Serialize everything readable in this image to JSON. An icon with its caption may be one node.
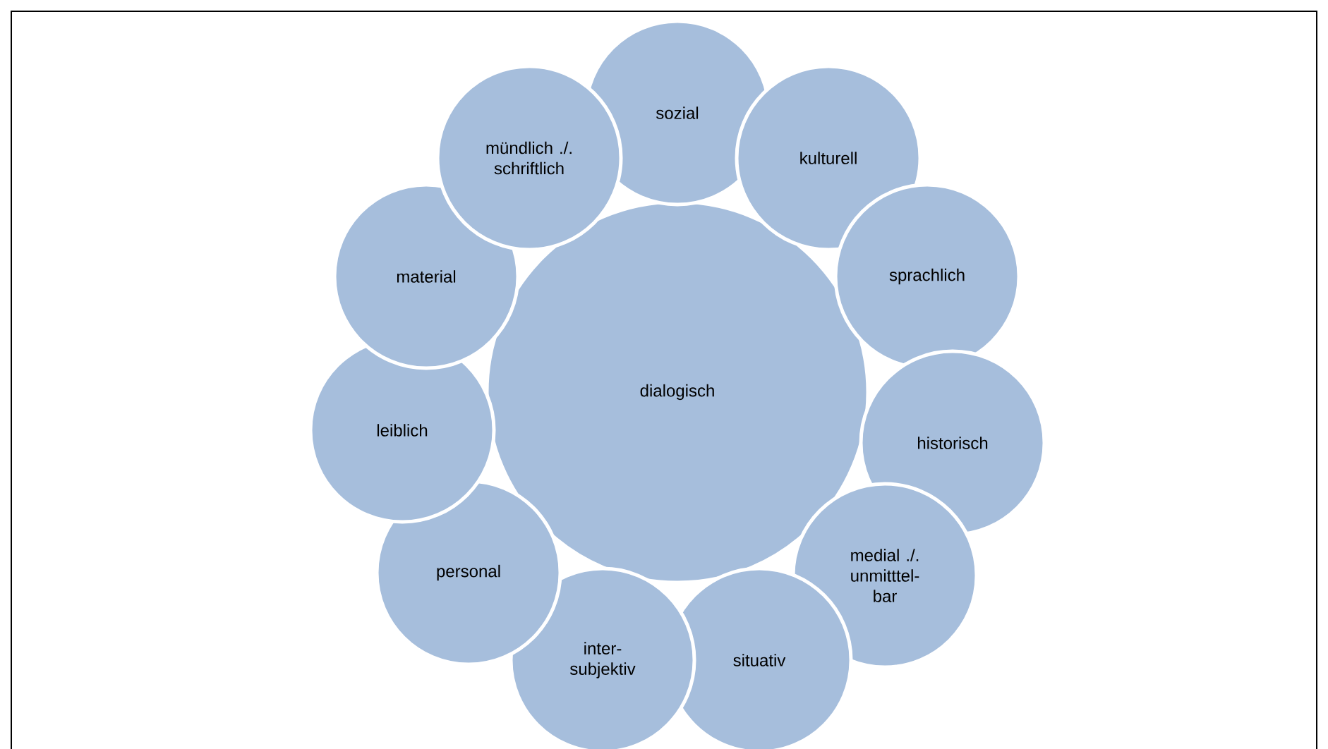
{
  "diagram": {
    "nodes": [
      {
        "text": [
          "dialogisch"
        ]
      },
      {
        "text": [
          "sozial"
        ]
      },
      {
        "text": [
          "kulturell"
        ]
      },
      {
        "text": [
          "sprachlich"
        ]
      },
      {
        "text": [
          "historisch"
        ]
      },
      {
        "text": [
          "medial ./. unmitttel-bar"
        ]
      },
      {
        "text": [
          "situativ"
        ]
      },
      {
        "text": [
          "inter-subjektiv"
        ]
      },
      {
        "text": [
          "personal"
        ]
      },
      {
        "text": [
          "leiblich"
        ]
      },
      {
        "text": [
          "material"
        ]
      },
      {
        "text": [
          "mündlich ./. schriftlich"
        ]
      }
    ]
  }
}
